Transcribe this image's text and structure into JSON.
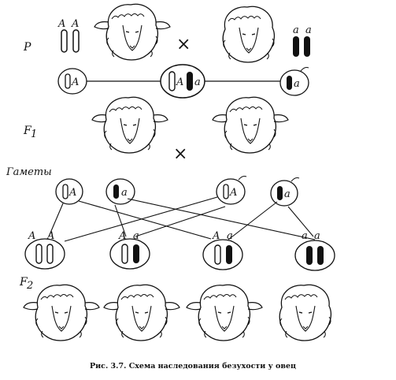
{
  "generations": {
    "parents": "P",
    "f1": "F",
    "f1_sub": "1",
    "gametes": "Гаметы",
    "f2": "F",
    "f2_sub": "2"
  },
  "alleles": {
    "dominant": "A",
    "recessive": "a"
  },
  "cross_symbol": "×",
  "caption": "Рис. 3.7. Схема наследования безухости у овец",
  "colors": {
    "ink": "#111111",
    "background": "#ffffff"
  },
  "icons": [
    "sheep-icon",
    "chromosome-icon"
  ]
}
